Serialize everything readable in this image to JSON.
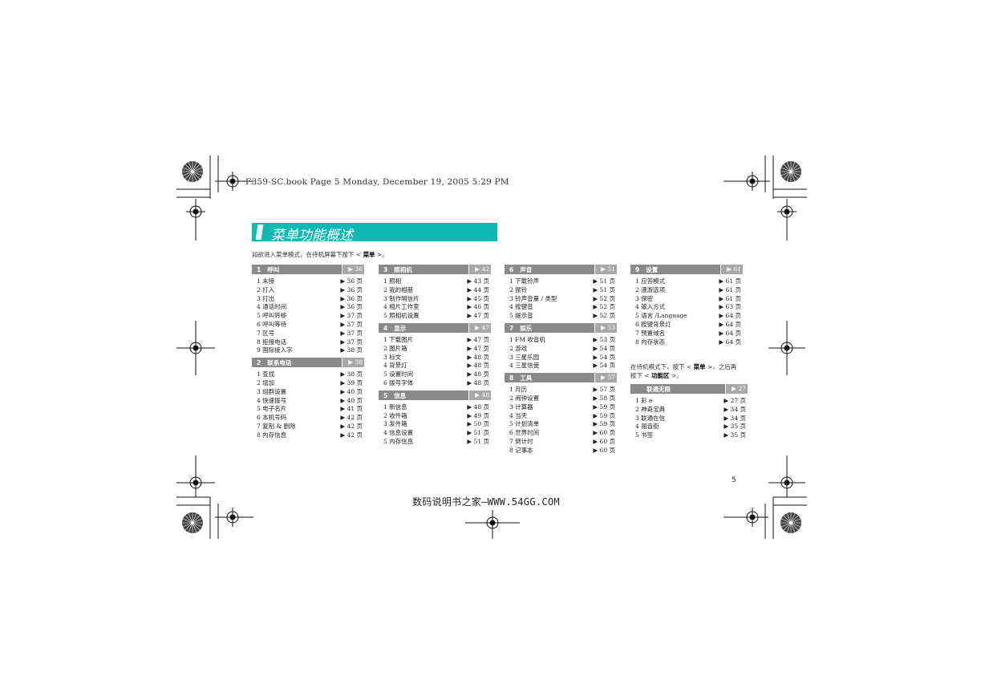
{
  "header": "F359-SC.book  Page 5  Monday, December 19, 2005  5:29 PM",
  "title": "菜单功能概述",
  "intro": {
    "before": "如欲进入菜单模式，在待机屏幕下按下 < ",
    "key": "菜单",
    "after": " >。"
  },
  "sections": [
    {
      "num": "1",
      "name": "呼叫",
      "page": "▶ 36 页",
      "items": [
        [
          "1 未接",
          "▶ 36 页"
        ],
        [
          "2 打入",
          "▶ 36 页"
        ],
        [
          "3 打出",
          "▶ 36 页"
        ],
        [
          "4 通话时间",
          "▶ 36 页"
        ],
        [
          "5 呼叫转移",
          "▶ 37 页"
        ],
        [
          "6 呼叫等待",
          "▶ 37 页"
        ],
        [
          "7 区号",
          "▶ 37 页"
        ],
        [
          "8 拒接电话",
          "▶ 37 页"
        ],
        [
          "9 国际接入字",
          "▶ 38 页"
        ]
      ]
    },
    {
      "num": "2",
      "name": "联系电话",
      "page": "▶ 38 页",
      "items": [
        [
          "1 查找",
          "▶ 38 页"
        ],
        [
          "2 增加",
          "▶ 39 页"
        ],
        [
          "3 组群设置",
          "▶ 40 页"
        ],
        [
          "4 快速拨号",
          "▶ 40 页"
        ],
        [
          "5 电子名片",
          "▶ 41 页"
        ],
        [
          "6 本机号码",
          "▶ 42 页"
        ],
        [
          "7 复制 & 删除",
          "▶ 42 页"
        ],
        [
          "8 内存信息",
          "▶ 42 页"
        ]
      ]
    },
    {
      "num": "3",
      "name": "照相机",
      "page": "▶ 42 页",
      "items": [
        [
          "1 照相",
          "▶ 43 页"
        ],
        [
          "2 我的相册",
          "▶ 44 页"
        ],
        [
          "3 制作明信片",
          "▶ 45 页"
        ],
        [
          "4 相片工作室",
          "▶ 46 页"
        ],
        [
          "5 照相机设置",
          "▶ 47 页"
        ]
      ]
    },
    {
      "num": "4",
      "name": "显示",
      "page": "▶ 47 页",
      "items": [
        [
          "1 下载图片",
          "▶ 47 页"
        ],
        [
          "2 图片箱",
          "▶ 47 页"
        ],
        [
          "3 标文",
          "▶ 48 页"
        ],
        [
          "4 背景灯",
          "▶ 48 页"
        ],
        [
          "5 设置时间",
          "▶ 48 页"
        ],
        [
          "6 拨号字体",
          "▶ 48 页"
        ]
      ]
    },
    {
      "num": "5",
      "name": "信息",
      "page": "▶ 48 页",
      "items": [
        [
          "1 新信息",
          "▶ 48 页"
        ],
        [
          "2 收件箱",
          "▶ 49 页"
        ],
        [
          "3 发件箱",
          "▶ 50 页"
        ],
        [
          "4 信息设置",
          "▶ 51 页"
        ],
        [
          "5 内存信息",
          "▶ 51 页"
        ]
      ]
    },
    {
      "num": "6",
      "name": "声音",
      "page": "▶ 51 页",
      "items": [
        [
          "1 下载铃声",
          "▶ 51 页"
        ],
        [
          "2 振铃",
          "▶ 51 页"
        ],
        [
          "3 铃声音量 / 类型",
          "▶ 52 页"
        ],
        [
          "4 按键音",
          "▶ 52 页"
        ],
        [
          "5 提示音",
          "▶ 52 页"
        ]
      ]
    },
    {
      "num": "7",
      "name": "娱乐",
      "page": "▶ 53 页",
      "items": [
        [
          "1 FM 收音机",
          "▶ 53 页"
        ],
        [
          "2 游戏",
          "▶ 54 页"
        ],
        [
          "3 三星乐园",
          "▶ 54 页"
        ],
        [
          "4 三星信使",
          "▶ 54 页"
        ]
      ]
    },
    {
      "num": "8",
      "name": "工具",
      "page": "▶ 57 页",
      "items": [
        [
          "1 月历",
          "▶ 57 页"
        ],
        [
          "2 闹钟设置",
          "▶ 58 页"
        ],
        [
          "3 计算器",
          "▶ 59 页"
        ],
        [
          "4 当天",
          "▶ 59 页"
        ],
        [
          "5 计划清单",
          "▶ 59 页"
        ],
        [
          "6 世界时间",
          "▶ 60 页"
        ],
        [
          "7 倒计时",
          "▶ 60 页"
        ],
        [
          "8 记事本",
          "▶ 60 页"
        ]
      ]
    },
    {
      "num": "9",
      "name": "设置",
      "page": "▶ 61 页",
      "items": [
        [
          "1 应答模式",
          "▶ 61 页"
        ],
        [
          "2 漫游选项",
          "▶ 61 页"
        ],
        [
          "3 保密",
          "▶ 61 页"
        ],
        [
          "4 输入方式",
          "▶ 63 页"
        ],
        [
          "5 语言 /Language",
          "▶ 64 页"
        ],
        [
          "6 按键背景灯",
          "▶ 64 页"
        ],
        [
          "7 预置域名",
          "▶ 64 页"
        ],
        [
          "8 内存状态",
          "▶ 64 页"
        ]
      ]
    },
    {
      "num": "",
      "name": "联通无限",
      "page": "▶ 27 页",
      "items": [
        [
          "1 彩 e",
          "▶ 27 页"
        ],
        [
          "2 神奇宝典",
          "▶ 34 页"
        ],
        [
          "3 联通在信",
          "▶ 34 页"
        ],
        [
          "4 丽音街",
          "▶ 35 页"
        ],
        [
          "5 书签",
          "▶ 35 页"
        ]
      ]
    }
  ],
  "note": {
    "line1_before": "在待机模式下，按下 < ",
    "line1_key": "菜单",
    "line1_after": " >，之后再",
    "line2_before": "按下 < ",
    "line2_key": "功能区",
    "line2_after": " >。"
  },
  "page_number": "5",
  "footer": "数码说明书之家—WWW.54GG.COM"
}
